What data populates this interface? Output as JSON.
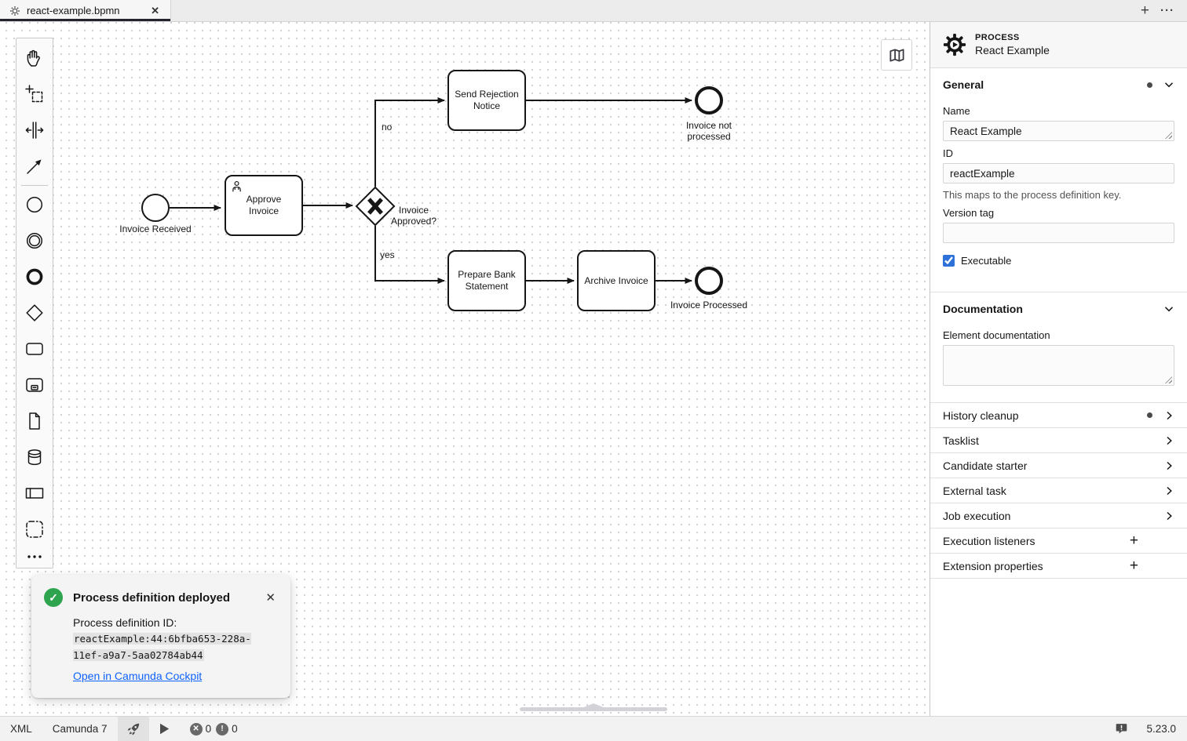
{
  "tab_bar": {
    "tabs": [
      {
        "label": "react-example.bpmn",
        "close_label": "✕"
      }
    ],
    "new_tab_label": "+",
    "overflow_menu_label": "···"
  },
  "diagram": {
    "nodes": [
      {
        "type": "start-event",
        "label": "Invoice Received"
      },
      {
        "type": "user-task",
        "label": "Approve Invoice"
      },
      {
        "type": "exclusive-gateway",
        "label": "Invoice Approved?"
      },
      {
        "type": "task",
        "label": "Send Rejection Notice"
      },
      {
        "type": "end-event",
        "label": "Invoice not processed"
      },
      {
        "type": "task",
        "label": "Prepare Bank Statement"
      },
      {
        "type": "task",
        "label": "Archive Invoice"
      },
      {
        "type": "end-event",
        "label": "Invoice Processed"
      }
    ],
    "edge_labels": [
      {
        "label": "no"
      },
      {
        "label": "yes"
      }
    ]
  },
  "toast": {
    "title": "Process definition deployed",
    "body_prefix": "Process definition ID: ",
    "process_definition_id": "reactExample:44:6bfba653-228a-11ef-a9a7-5aa02784ab44",
    "link_label": "Open in Camunda Cockpit",
    "close_label": "✕",
    "success_color": "#2ea44f"
  },
  "properties_panel": {
    "header": {
      "type_label": "PROCESS",
      "name": "React Example"
    },
    "general": {
      "title": "General",
      "name_label": "Name",
      "name_value": "React Example",
      "id_label": "ID",
      "id_value": "reactExample",
      "id_help": "This maps to the process definition key.",
      "version_tag_label": "Version tag",
      "version_tag_value": "",
      "executable_label": "Executable",
      "executable_checked": true
    },
    "documentation": {
      "title": "Documentation",
      "element_documentation_label": "Element documentation",
      "element_documentation_value": ""
    },
    "sections": [
      {
        "label": "History cleanup",
        "indicator": "dot",
        "action": "expand"
      },
      {
        "label": "Tasklist",
        "action": "expand"
      },
      {
        "label": "Candidate starter",
        "action": "expand"
      },
      {
        "label": "External task",
        "action": "expand"
      },
      {
        "label": "Job execution",
        "action": "expand"
      },
      {
        "label": "Execution listeners",
        "action": "add",
        "add_label": "+"
      },
      {
        "label": "Extension properties",
        "action": "add",
        "add_label": "+"
      }
    ]
  },
  "status_bar": {
    "left": [
      {
        "label": "XML"
      },
      {
        "label": "Camunda 7"
      }
    ],
    "error_count": "0",
    "warning_count": "0",
    "version": "5.23.0"
  }
}
